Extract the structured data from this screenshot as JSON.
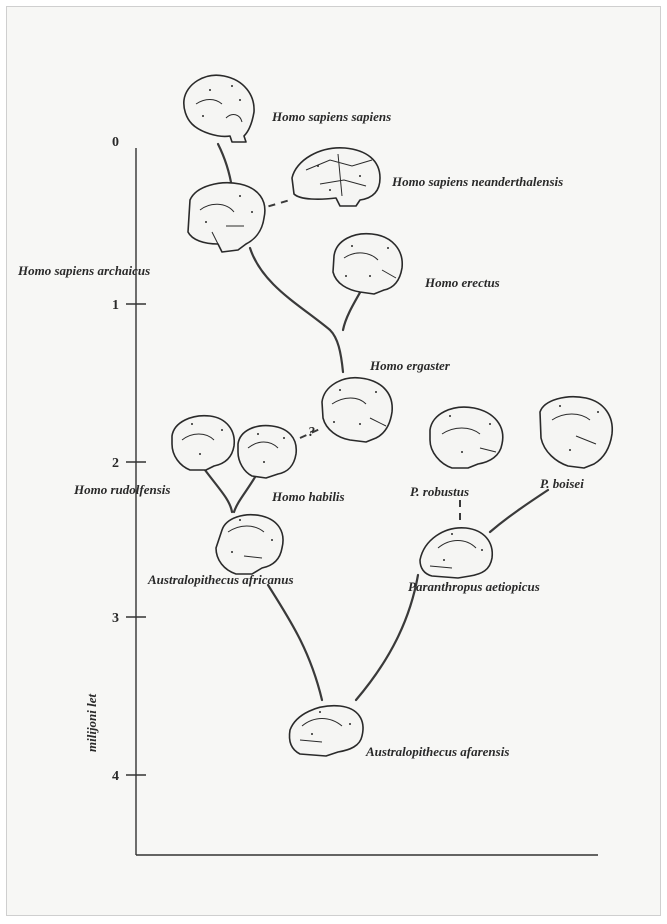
{
  "axis": {
    "ylabel": "milijoni let",
    "ticks": [
      {
        "label": "0",
        "value": 0
      },
      {
        "label": "1",
        "value": 1
      },
      {
        "label": "2",
        "value": 2
      },
      {
        "label": "3",
        "value": 3
      },
      {
        "label": "4",
        "value": 4
      }
    ]
  },
  "species": {
    "sapiens": "Homo sapiens sapiens",
    "neander": "Homo sapiens neanderthalensis",
    "archaicus": "Homo sapiens archaicus",
    "erectus": "Homo erectus",
    "ergaster": "Homo ergaster",
    "rudolfensis": "Homo rudolfensis",
    "habilis": "Homo habilis",
    "robustus": "P. robustus",
    "boisei": "P. boisei",
    "africanus": "Australopithecus africanus",
    "aetiopicus": "Paranthropus aetiopicus",
    "afarensis": "Australopithecus afarensis"
  },
  "uncertain_mark": "?",
  "colors": {
    "ink": "#2a2a2a",
    "paper": "#f7f7f5"
  }
}
